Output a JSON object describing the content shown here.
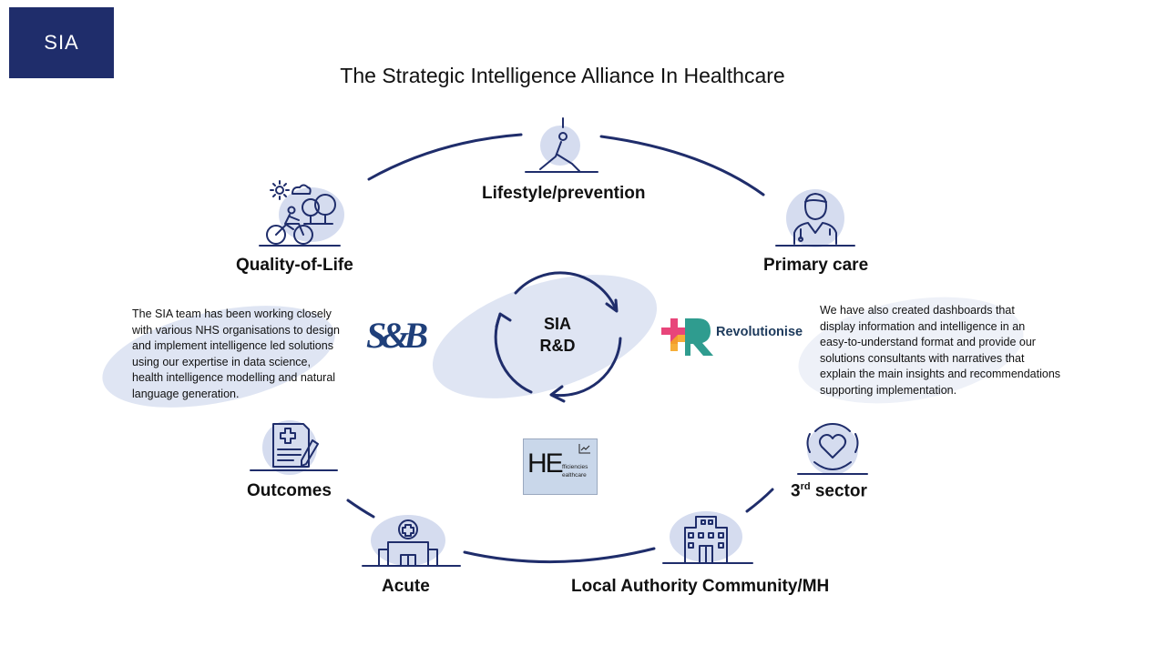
{
  "logo": {
    "text": "SIA"
  },
  "title": "The Strategic Intelligence Alliance In Healthcare",
  "nodes": {
    "lifestyle": {
      "label": "Lifestyle/prevention",
      "icon": "yoga-pose-icon"
    },
    "primary_care": {
      "label": "Primary care",
      "icon": "doctor-icon"
    },
    "quality_of_life": {
      "label": "Quality-of-Life",
      "icon": "cyclist-icon"
    },
    "outcomes": {
      "label": "Outcomes",
      "icon": "medical-report-icon"
    },
    "third_sector": {
      "label_main": "3",
      "label_sup": "rd",
      "label_rest": " sector",
      "icon": "hands-heart-icon"
    },
    "acute": {
      "label": "Acute",
      "icon": "hospital-icon"
    },
    "local_authority": {
      "label": "Local Authority Community/MH",
      "icon": "building-icon"
    }
  },
  "center": {
    "line1": "SIA",
    "line2": "R&D"
  },
  "left_text": {
    "lines": [
      "The SIA team has been working closely",
      "with various NHS organisations to design",
      "and implement intelligence led solutions",
      "using our expertise in data science,",
      "health intelligence modelling and natural",
      "language generation."
    ]
  },
  "right_text": {
    "lines": [
      "We have also created dashboards that",
      "display information and intelligence in an",
      "easy-to-understand format and provide our",
      "solutions consultants with narratives that",
      "explain the main insights and recommendations",
      "supporting implementation."
    ]
  },
  "partner_logos": {
    "sb": {
      "text": "S&B"
    },
    "revolutionise": {
      "text": "Revolutionise"
    },
    "he": {
      "big": "HE",
      "line1": "fficiencies",
      "line2": "ealthcare"
    }
  },
  "colors": {
    "navy": "#1f2d6b",
    "icon_blob": "#d5dcef",
    "center_blob": "#dfe5f3",
    "arc": "#1f2d6b",
    "rev_pink": "#e8457a",
    "rev_orange": "#f5a524",
    "rev_teal": "#2f9c8f"
  }
}
